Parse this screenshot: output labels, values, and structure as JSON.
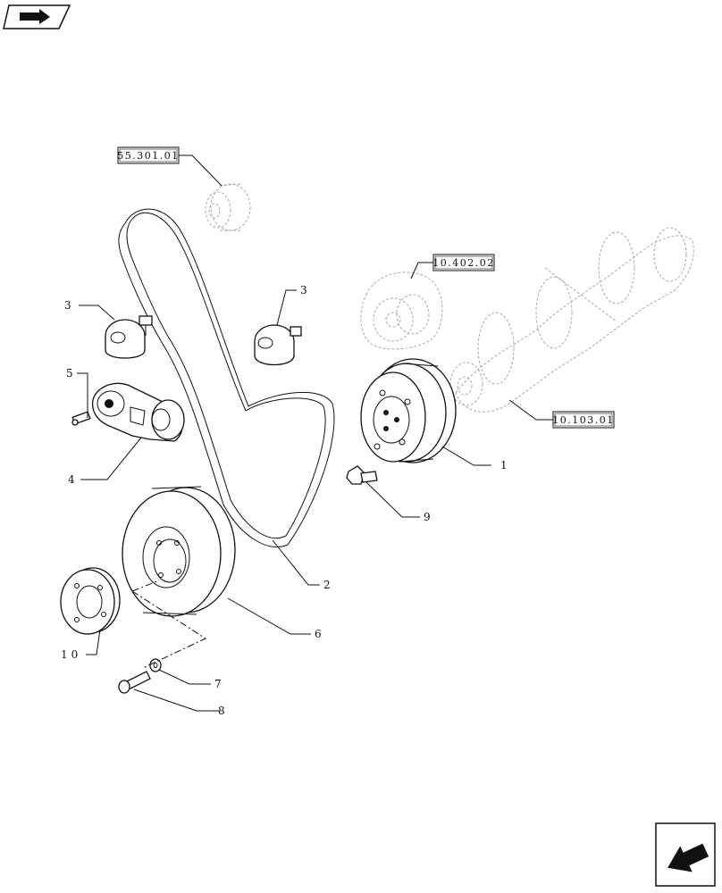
{
  "reference_boxes": [
    {
      "id": "ref-55",
      "label": "55.301.01"
    },
    {
      "id": "ref-10-402",
      "label": "10.402.02"
    },
    {
      "id": "ref-10-103",
      "label": "10.103.01"
    }
  ],
  "callouts": [
    {
      "id": "c1",
      "label": "1"
    },
    {
      "id": "c2",
      "label": "2"
    },
    {
      "id": "c3a",
      "label": "3"
    },
    {
      "id": "c3b",
      "label": "3"
    },
    {
      "id": "c4",
      "label": "4"
    },
    {
      "id": "c5",
      "label": "5"
    },
    {
      "id": "c6",
      "label": "6"
    },
    {
      "id": "c7",
      "label": "7"
    },
    {
      "id": "c8",
      "label": "8"
    },
    {
      "id": "c9",
      "label": "9"
    },
    {
      "id": "c10",
      "label": "10"
    }
  ],
  "nav": {
    "top_left_icon": "book-arrow-icon",
    "bottom_right_icon": "next-page-arrow-icon"
  }
}
